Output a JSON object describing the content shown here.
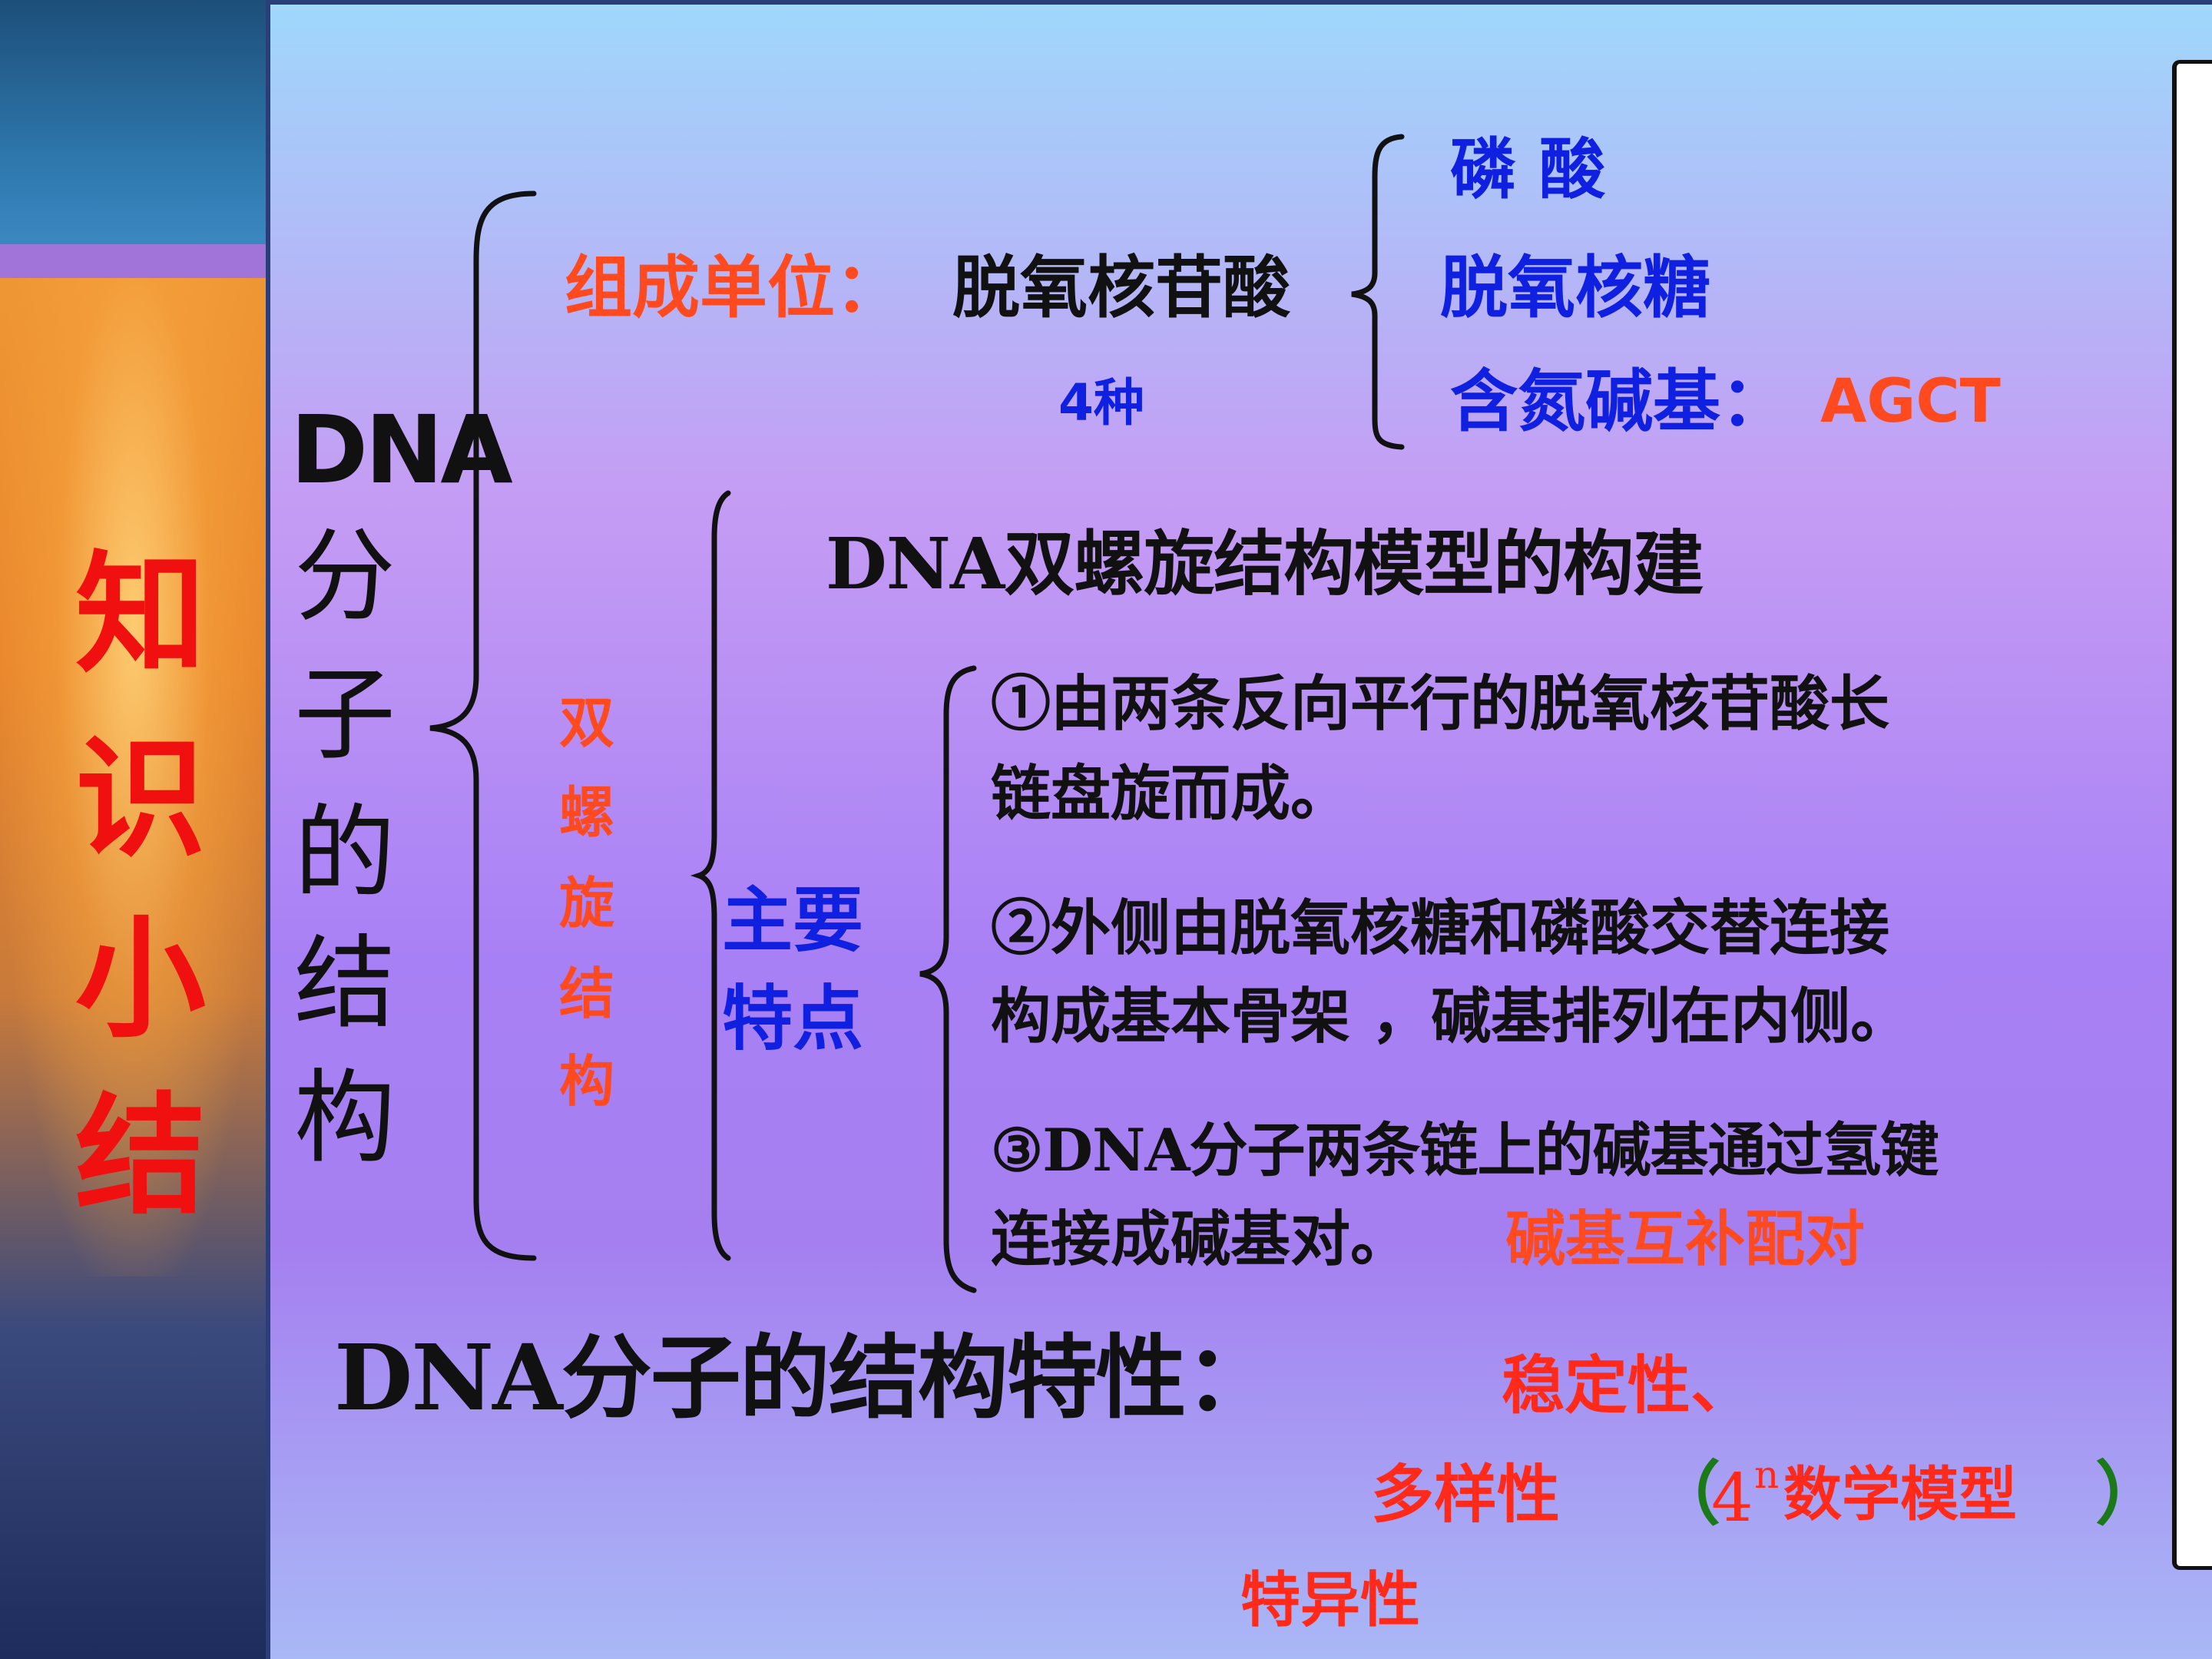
{
  "side_title": [
    "知",
    "识",
    "小",
    "结"
  ],
  "dna_label": "DNA",
  "dna_vertical": [
    "分",
    "子",
    "的",
    "结",
    "构"
  ],
  "unit": {
    "label": "组成单位：",
    "name": "脱氧核苷酸",
    "count": "4种",
    "components": [
      "磷 酸",
      "脱氧核糖",
      "含氮碱基："
    ],
    "bases": "AGCT"
  },
  "helix_label": [
    "双",
    "螺",
    "旋",
    "结",
    "构"
  ],
  "model_title": "DNA双螺旋结构模型的构建",
  "features_label": [
    "主要",
    "特点"
  ],
  "features": [
    [
      "①由两条反向平行的脱氧核苷酸长",
      "链盘旋而成。"
    ],
    [
      "②外侧由脱氧核糖和磷酸交替连接",
      "构成基本骨架 ，碱基排列在内侧。"
    ],
    [
      "③DNA分子两条链上的碱基通过氢键",
      "连接成碱基对。"
    ]
  ],
  "pairing_rule": "碱基互补配对",
  "properties": {
    "label": "DNA分子的结构特性：",
    "stability": "稳定性、",
    "diversity": "多样性",
    "paren_open": "（",
    "math_base": "4",
    "math_exp": "n",
    "math_text": "数学模型",
    "paren_close": "）",
    "specificity": "特异性"
  },
  "colors": {
    "title_red": "#f01010",
    "label_orange": "#ff4a20",
    "blue": "#1020e0",
    "green": "#1a7a1a"
  }
}
